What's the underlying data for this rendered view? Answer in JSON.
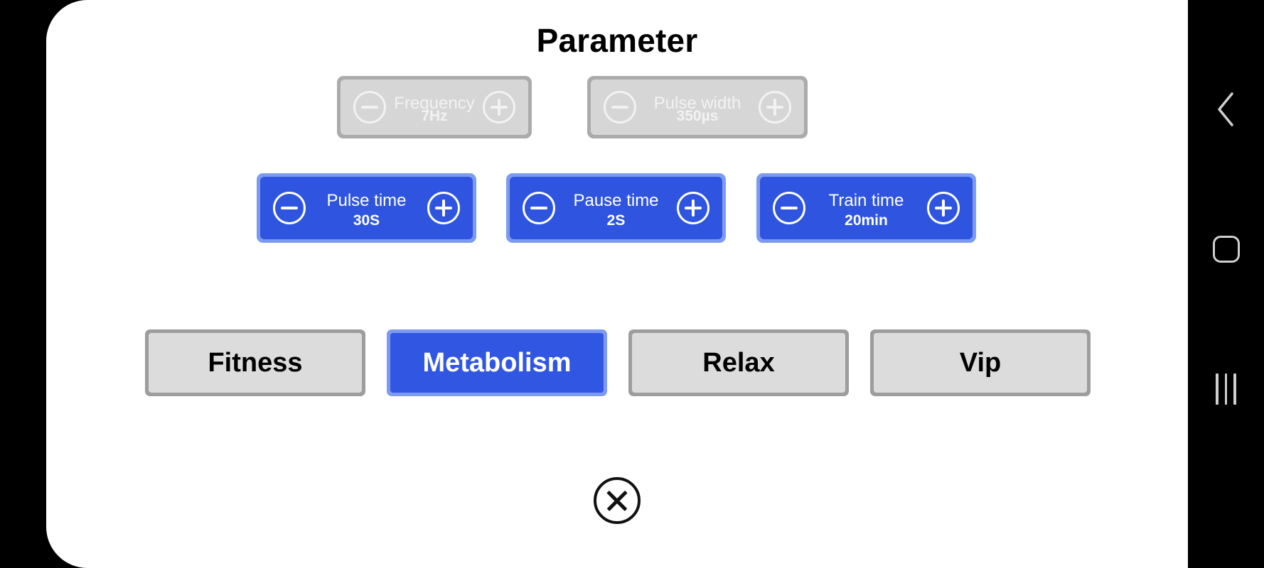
{
  "page_title": "Parameter",
  "colors": {
    "active_blue": "#3056E2",
    "active_blue_border": "#7C9BF0",
    "disabled_gray": "#D6D6D6",
    "disabled_gray_border": "#ABABAB",
    "mode_off_bg": "#DCDCDC",
    "mode_off_border": "#9D9D9D",
    "card_bg": "#FFFFFF",
    "screen_bg": "#000000"
  },
  "parameters": {
    "row1": [
      {
        "label": "Frequency",
        "value": "7Hz",
        "state": "disabled",
        "minus_icon": "minus-circle-icon",
        "plus_icon": "plus-circle-icon"
      },
      {
        "label": "Pulse width",
        "value": "350µs",
        "state": "disabled",
        "minus_icon": "minus-circle-icon",
        "plus_icon": "plus-circle-icon"
      }
    ],
    "row2": [
      {
        "label": "Pulse time",
        "value": "30S",
        "state": "active",
        "minus_icon": "minus-circle-icon",
        "plus_icon": "plus-circle-icon"
      },
      {
        "label": "Pause time",
        "value": "2S",
        "state": "active",
        "minus_icon": "minus-circle-icon",
        "plus_icon": "plus-circle-icon"
      },
      {
        "label": "Train time",
        "value": "20min",
        "state": "active",
        "minus_icon": "minus-circle-icon",
        "plus_icon": "plus-circle-icon"
      }
    ]
  },
  "modes": [
    {
      "label": "Fitness",
      "selected": false
    },
    {
      "label": "Metabolism",
      "selected": true
    },
    {
      "label": "Relax",
      "selected": false
    },
    {
      "label": "Vip",
      "selected": false
    }
  ],
  "close_button": {
    "icon": "close-circle-icon"
  },
  "nav_bar": {
    "back": {
      "icon": "chevron-left-icon"
    },
    "home": {
      "icon": "home-square-icon"
    },
    "recents": {
      "icon": "recents-bars-icon"
    }
  }
}
